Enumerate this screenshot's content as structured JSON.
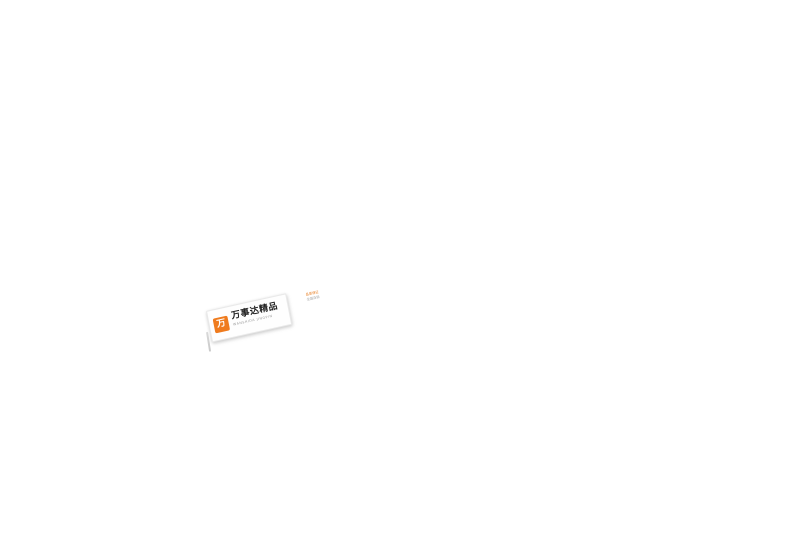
{
  "scene": {
    "description": "small tilted storefront signboard photo on a plain white background",
    "card": {
      "logo_glyph": "万",
      "brand": "万事达精品",
      "subtitle": "WANSHIDA JINGPIN",
      "right_line_1": "品质保证",
      "right_line_2": "全国连锁",
      "colors": {
        "accent": "#ef7b1e",
        "brand_text": "#222222",
        "muted_text": "#9a9a9a",
        "card_background": "#fefefe"
      }
    }
  }
}
